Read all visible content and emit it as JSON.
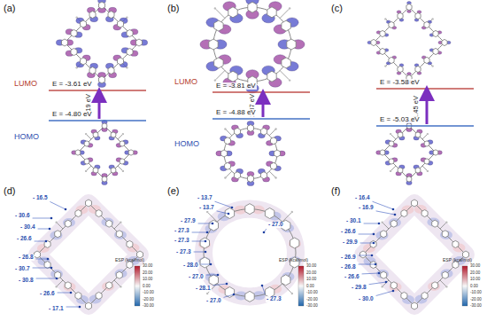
{
  "diagram": {
    "labels": [
      "(a)",
      "LUMO",
      "E = -3.61 eV",
      "1.19 eV",
      "E = -4.80 eV",
      "HOMO",
      "(b)",
      "LUMO",
      "E = -3.81 eV",
      "1.07 eV",
      "E = -4.88 eV",
      "HOMO",
      "(c)",
      "E = -3.58 eV",
      "1.45 eV",
      "E = -5.03 eV",
      "(d)",
      "- 16.5",
      "- 30.6",
      "- 30.4",
      "- 26.6",
      "- 26.8",
      "- 30.7",
      "- 30.8",
      "- 26.6",
      "- 17.1",
      "ESP (kcal/mol)",
      "30.00",
      "20.00",
      "10.00",
      "0.00",
      "-10.00",
      "-20.00",
      "-30.00",
      "(e)",
      "- 13.7",
      "- 13.7",
      "- 27.9",
      "- 27.3",
      "- 27.3",
      "- 27.0",
      "- 27.3",
      "- 28.0",
      "- 27.0",
      "- 28.1",
      "- 27.0",
      "- 27.3",
      "ESP (kcal/mol)",
      "30.00",
      "20.00",
      "10.00",
      "0.00",
      "-10.00",
      "-20.00",
      "-30.00",
      "(f)",
      "- 16.4",
      "- 16.9",
      "- 30.1",
      "- 26.6",
      "- 29.9",
      "- 26.9",
      "- 26.8",
      "- 26.6",
      "- 29.8",
      "- 30.0",
      "ESP (kcal/mol)",
      "30.00",
      "20.00",
      "10.00",
      "0.00",
      "-10.00",
      "-20.00",
      "-30.00"
    ]
  }
}
